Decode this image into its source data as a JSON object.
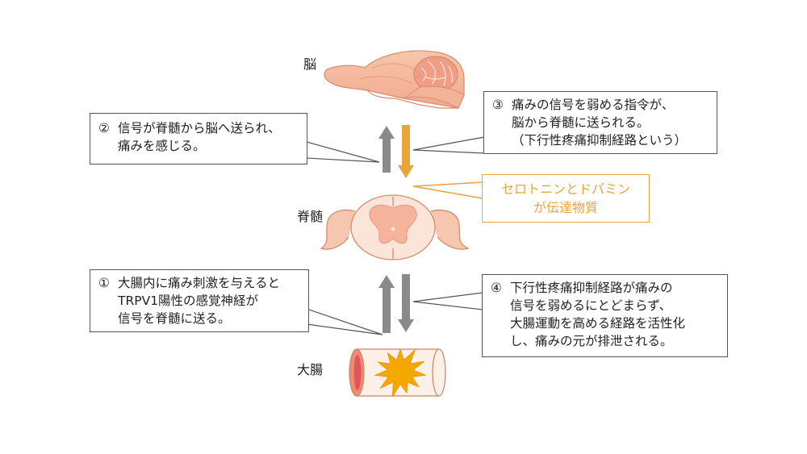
{
  "organs": {
    "brain": "脳",
    "spinal_cord": "脊髄",
    "colon": "大腸"
  },
  "callouts": {
    "c1": {
      "num": "①",
      "lines": [
        "大腸内に痛み刺激を与えると",
        "TRPV1陽性の感覚神経が",
        "信号を脊髄に送る。"
      ]
    },
    "c2": {
      "num": "②",
      "lines": [
        "信号が脊髄から脳へ送られ、",
        "痛みを感じる。"
      ]
    },
    "c3": {
      "num": "③",
      "lines": [
        "痛みの信号を弱める指令が、",
        "脳から脊髄に送られる。",
        "（下行性疼痛抑制経路という）"
      ]
    },
    "c4": {
      "num": "④",
      "lines": [
        "下行性疼痛抑制経路が痛みの",
        "信号を弱めるにとどまらず、",
        "大腸運動を高める経路を活性化",
        "し、痛みの元が排泄される。"
      ]
    }
  },
  "neurotransmitters": {
    "lines": [
      "セロトニンとドパミン",
      "が伝達物質"
    ]
  },
  "colors": {
    "ascending_arrow": "#8a8a8a",
    "descending_brain_arrow": "#e8a53a",
    "descending_colon_arrow": "#8a8a8a",
    "tissue_fill": "#f6c7ae",
    "tissue_stroke": "#d98b6e",
    "pain_burst": "#f5a800"
  },
  "icons": [
    "brain-illustration",
    "spinal-cord-cross-section",
    "colon-illustration",
    "pain-burst-icon"
  ]
}
